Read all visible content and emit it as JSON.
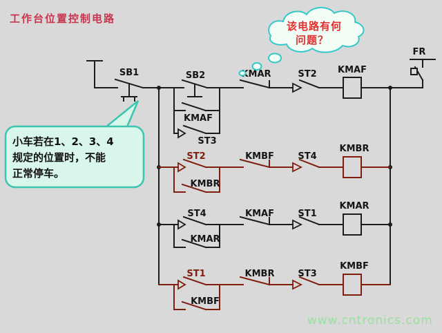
{
  "title": "工作台位置控制电路",
  "thought_bubble": {
    "line1": "该电路有何",
    "line2": "问题？"
  },
  "note_bubble": {
    "line1": "小车若在1、2、3、4",
    "line2": "规定的位置时，不能",
    "line3": "正常停车。"
  },
  "watermark": "www.cntronics.com",
  "components": {
    "fr": "FR",
    "sb1": "SB1",
    "sb2": "SB2",
    "rung1": {
      "hold": "KMAF",
      "position_switch": "ST3",
      "interlock": "KMAR",
      "limit": "ST2",
      "coil": "KMAF"
    },
    "rung2": {
      "position_switch": "ST2",
      "hold": "KMBR",
      "interlock": "KMBF",
      "limit": "ST4",
      "coil": "KMBR"
    },
    "rung3": {
      "position_switch": "ST4",
      "hold": "KMAR",
      "interlock": "KMAF",
      "limit": "ST1",
      "coil": "KMAR"
    },
    "rung4": {
      "position_switch": "ST1",
      "hold": "KMBF",
      "interlock": "KMBR",
      "limit": "ST3",
      "coil": "KMBF"
    }
  },
  "colors": {
    "background": "#d9d9d9",
    "wire_black": "#1b1b1b",
    "wire_dark_red": "#7f1d0f",
    "title_red": "#c9354d",
    "thought_text_red": "#e03030",
    "bubble_border_teal": "#3cc4ae",
    "bubble_fill": "#d8f6e9",
    "watermark_green": "#97e0a0"
  }
}
